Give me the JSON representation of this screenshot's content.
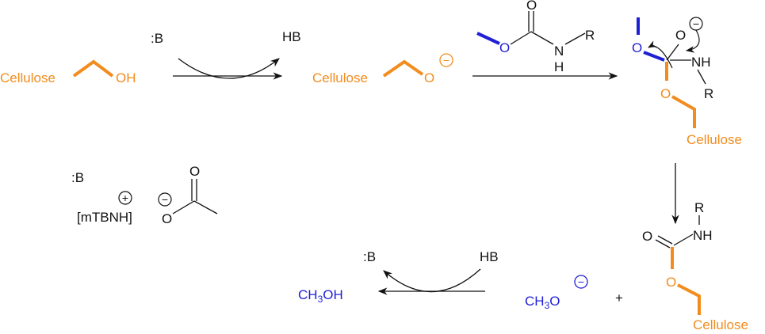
{
  "labels": {
    "cellulose": "Cellulose",
    "oh": "OH",
    "o": "O",
    "nh": "NH",
    "n": "N",
    "h": "H",
    "r": "R",
    "base": ":B",
    "acid": "HB",
    "mtbnh": "[mTBNH]",
    "plus": "+",
    "charge_plus": "+",
    "charge_minus": "−",
    "ch": "CH",
    "three": "3"
  },
  "colors": {
    "cellulose": "#F28C1E",
    "methoxy": "#1F1FD6",
    "black": "#111111"
  }
}
